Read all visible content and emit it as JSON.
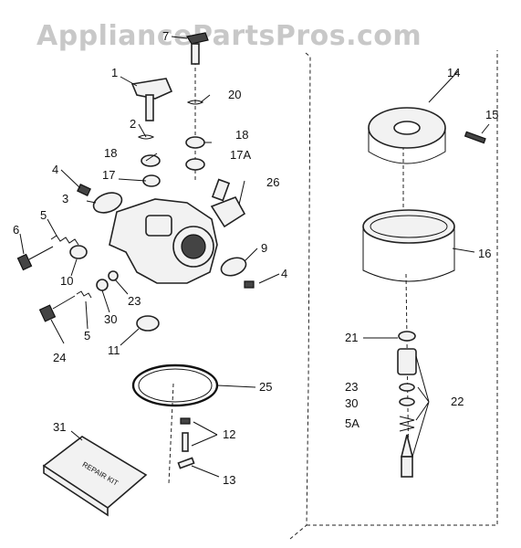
{
  "watermark": "AppliancePartsPros.com",
  "diagram": {
    "callouts": [
      "7",
      "1",
      "20",
      "2",
      "18",
      "17A",
      "18",
      "4",
      "17",
      "26",
      "3",
      "5",
      "6",
      "9",
      "4",
      "10",
      "23",
      "30",
      "5",
      "24",
      "11",
      "25",
      "12",
      "31",
      "13",
      "14",
      "15",
      "16",
      "21",
      "23",
      "30",
      "5A",
      "22"
    ],
    "kit_text": "REPAIR KIT"
  }
}
